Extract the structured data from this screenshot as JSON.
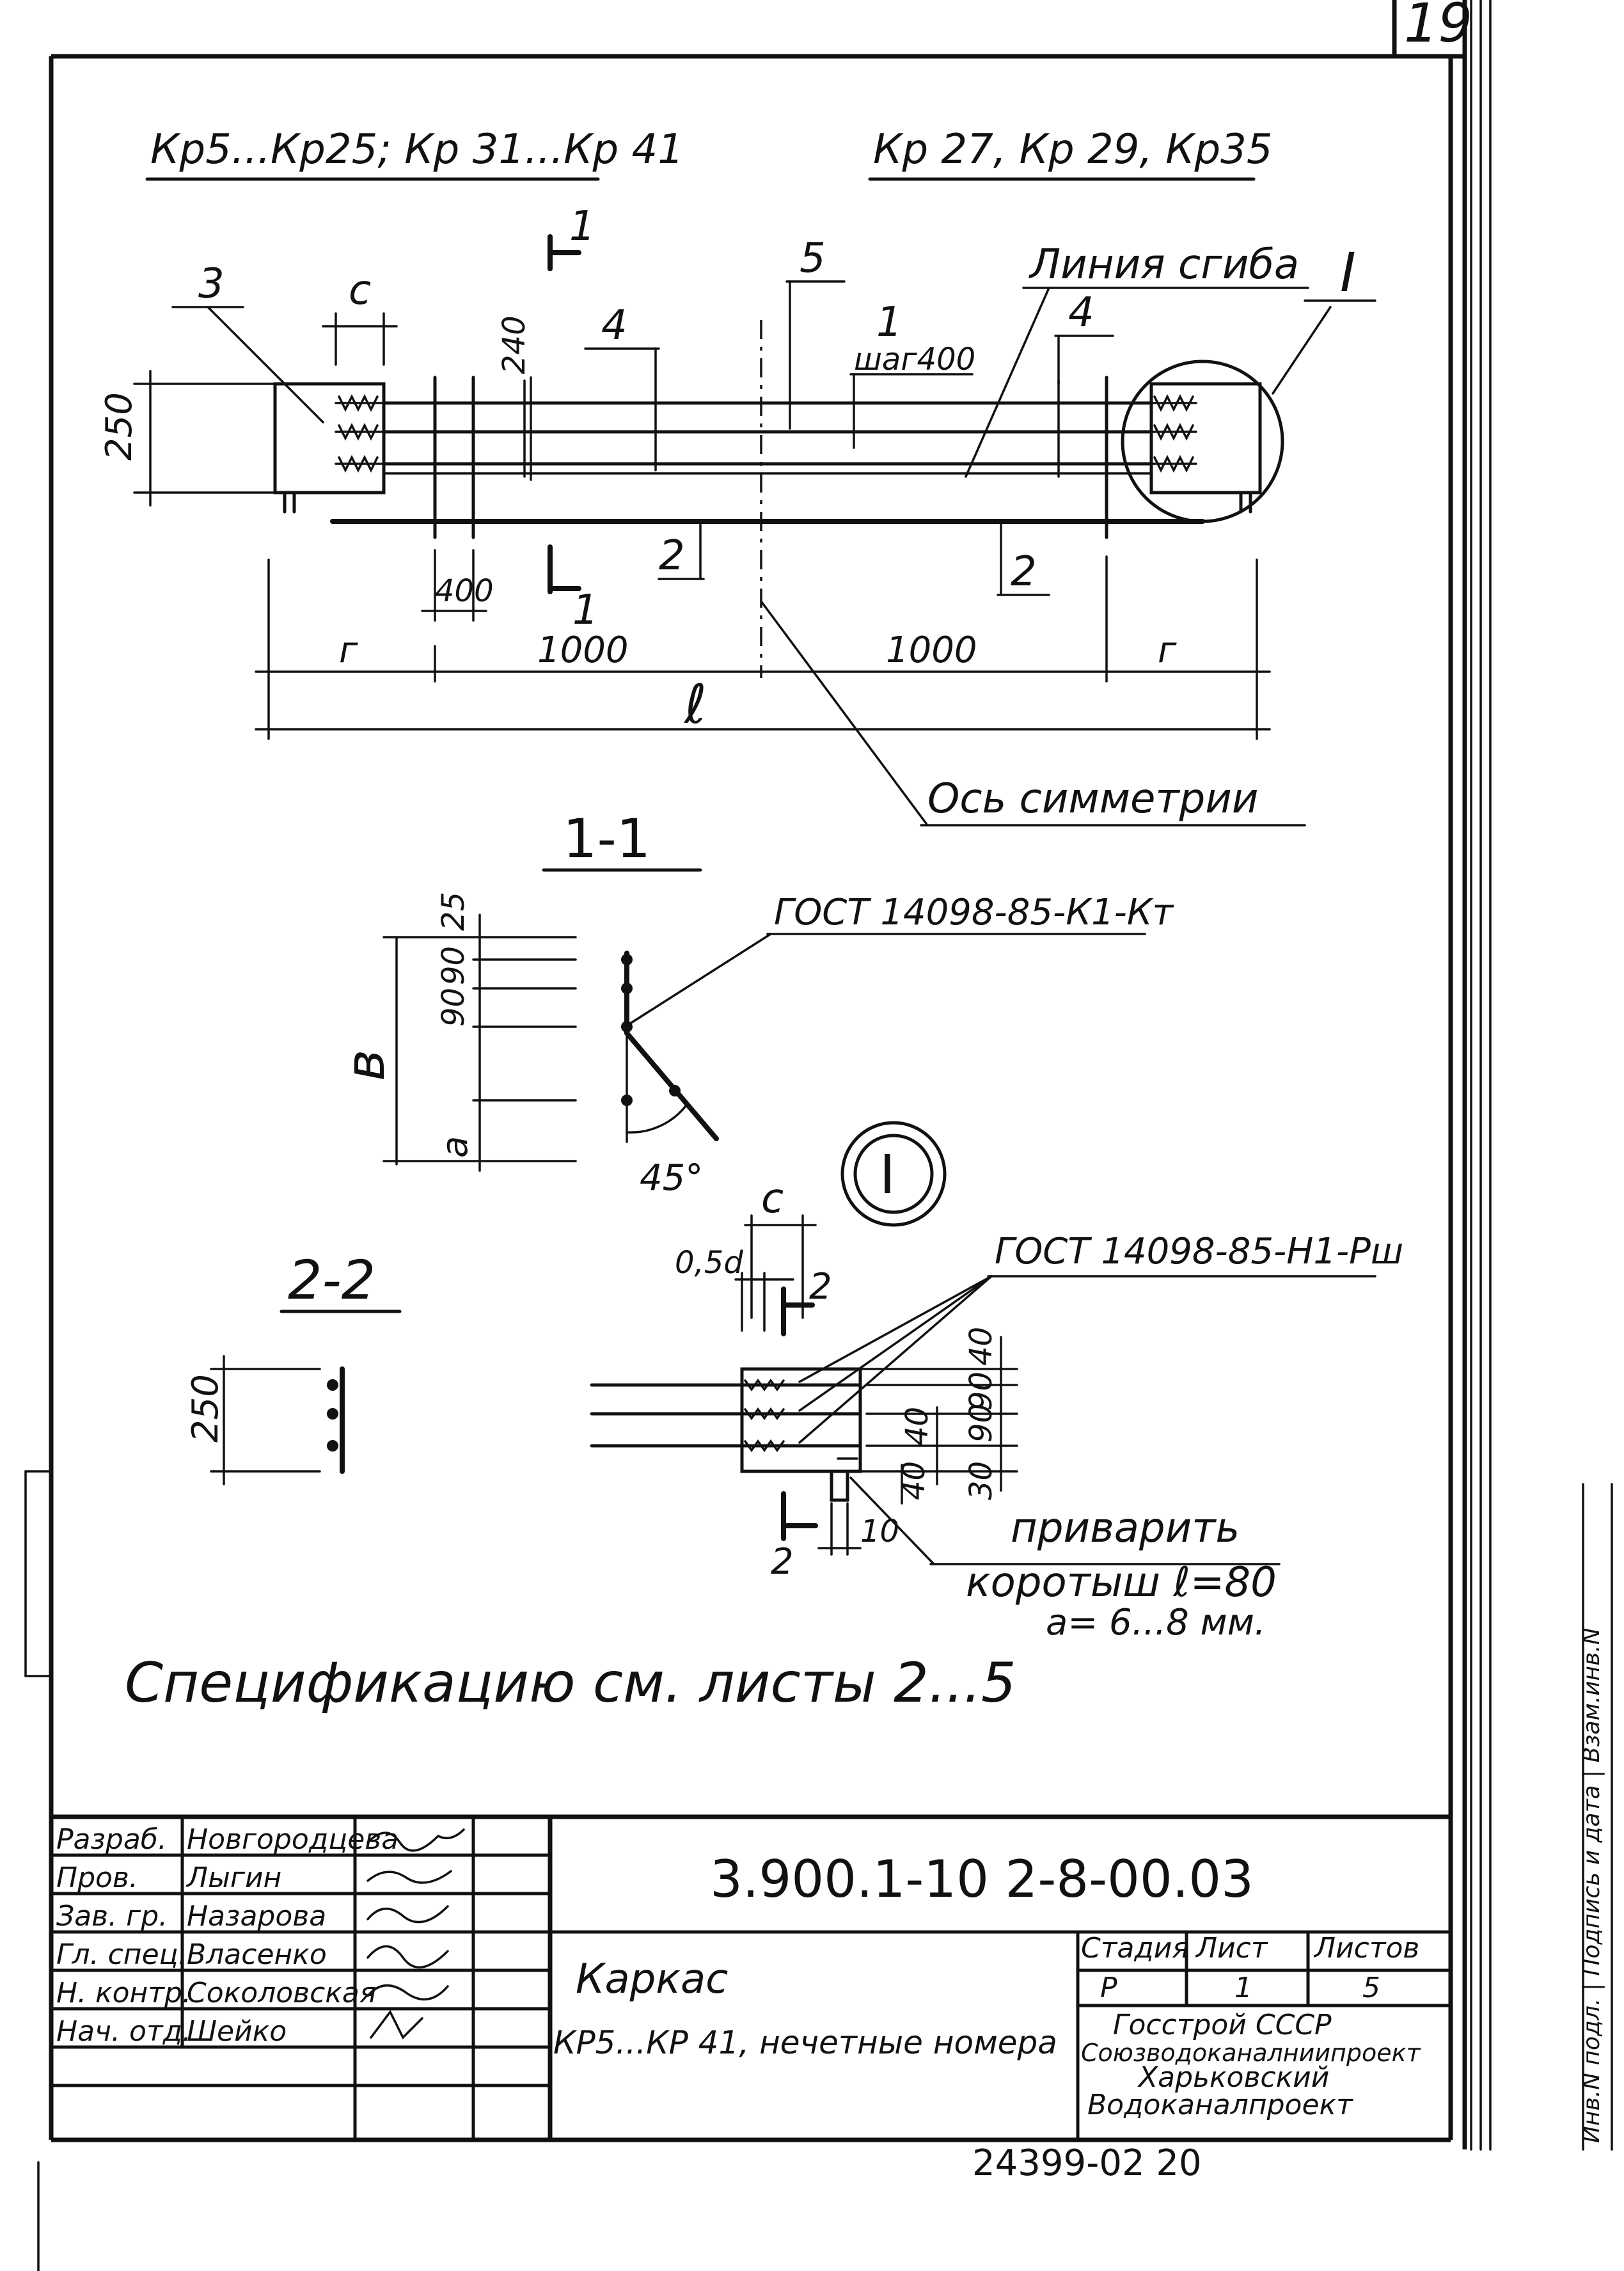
{
  "sheet": {
    "page_number": "19",
    "header_left": "Кр5...Кр25; Кр 31...Кр 41",
    "header_right": "Кр 27, Кр 29, Кр35"
  },
  "main_view": {
    "leaders": {
      "pos3": "3",
      "c": "c",
      "pos4_left": "4",
      "pos5": "5",
      "pos1": "1",
      "step": "шаг400",
      "bend_line": "Линия сгиба",
      "pos4_right": "4",
      "callout_I": "I",
      "pos2_left": "2",
      "pos2_right": "2"
    },
    "section_marks": {
      "top": "1",
      "bottom": "1"
    },
    "dims": {
      "height": "250",
      "offset": "240",
      "spacing": "400",
      "left_r": "г",
      "left_1000": "1000",
      "right_1000": "1000",
      "right_r": "г",
      "total": "ℓ"
    },
    "symmetry_axis": "Ось симметрии"
  },
  "section_1_1": {
    "title": "1-1",
    "gost": "ГОСТ 14098-85-К1-Кт",
    "dims": {
      "d25": "25",
      "d90a": "90",
      "d90b": "90",
      "b": "в",
      "a": "а"
    },
    "angle": "45°"
  },
  "detail_I": {
    "marker": "I",
    "c": "c",
    "d050": "0,5d",
    "cut_top": "2",
    "cut_bottom": "2",
    "gost": "ГОСТ 14098-85-Н1-Рш",
    "dims_right": [
      "40",
      "90",
      "90",
      "30"
    ],
    "d40": "40",
    "d40b": "40",
    "d10": "10",
    "weld_note_1": "приварить",
    "weld_note_2": "коротыш ℓ=80",
    "weld_note_3": "а= 6...8 мм."
  },
  "section_2_2": {
    "title": "2-2",
    "height": "250"
  },
  "spec_note": "Спецификацию   см.   листы  2...5",
  "title_block": {
    "roles": [
      {
        "role": "Разраб.",
        "name": "Новгородцева"
      },
      {
        "role": "Пров.",
        "name": "Лыгин"
      },
      {
        "role": "Зав. гр.",
        "name": "Назарова"
      },
      {
        "role": "Гл. спец.",
        "name": "Власенко"
      },
      {
        "role": "Н. контр.",
        "name": "Соколовская"
      },
      {
        "role": "Нач. отд.",
        "name": "Шейко"
      }
    ],
    "doc_code": "3.900.1-10 2-8-00.03",
    "title_1": "Каркас",
    "title_2": "КР5...КР 41, нечетные номера",
    "stage_label": "Стадия",
    "sheet_label": "Лист",
    "sheets_label": "Листов",
    "stage": "Р",
    "sheet": "1",
    "sheets": "5",
    "org_1": "Госстрой СССР",
    "org_2": "Союзводоканалниипроект",
    "org_3": "Харьковский",
    "org_4": "Водоканалпроект"
  },
  "footer_code": "24399-02   20",
  "side_stamp": "Инв.N подл. | Подпись и дата | Взам.инв.N"
}
